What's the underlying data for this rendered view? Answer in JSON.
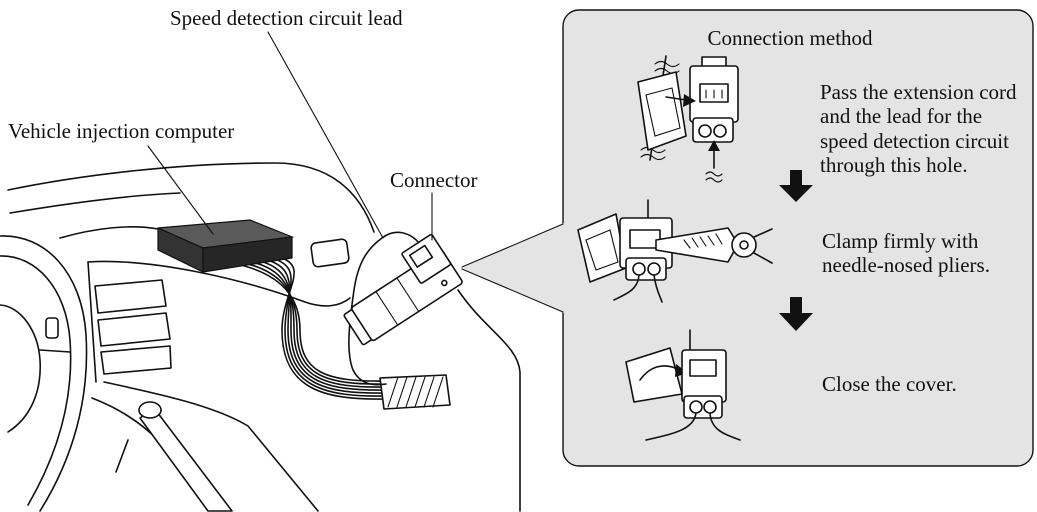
{
  "labels": {
    "speed_lead": "Speed detection circuit lead",
    "injection_computer": "Vehicle injection computer",
    "connector": "Connector"
  },
  "connection_method": {
    "title": "Connection method",
    "steps": [
      {
        "lines": [
          "Pass the extension cord",
          "and the lead for the",
          "speed detection circuit",
          "through this hole."
        ]
      },
      {
        "lines": [
          "Clamp firmly with",
          "needle-nosed pliers."
        ]
      },
      {
        "lines": [
          "Close the cover."
        ]
      }
    ],
    "step_arrow_icon": "down-arrow-icon"
  },
  "colors": {
    "callout_fill": "#e4e4e4",
    "ink": "#111111"
  }
}
